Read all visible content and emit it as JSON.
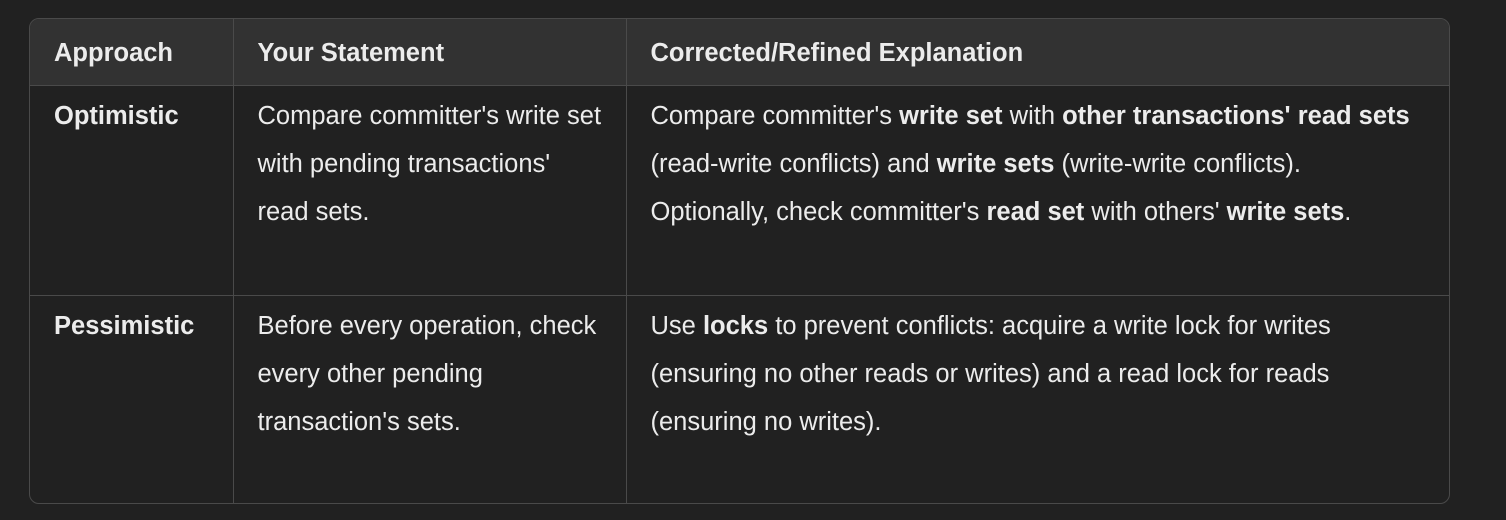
{
  "table": {
    "headers": {
      "approach": "Approach",
      "statement": "Your Statement",
      "explanation": "Corrected/Refined Explanation"
    },
    "rows": [
      {
        "approach": "Optimistic",
        "statement": "Compare committer's write set with pending transactions' read sets.",
        "explanation": {
          "t1": "Compare committer's ",
          "b1": "write set",
          "t2": " with ",
          "b2": "other transactions' read sets",
          "t3": " (read-write conflicts) and ",
          "b3": "write sets",
          "t4": " (write-write conflicts). Optionally, check committer's ",
          "b4": "read set",
          "t5": " with others' ",
          "b5": "write sets",
          "t6": "."
        }
      },
      {
        "approach": "Pessimistic",
        "statement": "Before every operation, check every other pending transaction's sets.",
        "explanation": {
          "t1": "Use ",
          "b1": "locks",
          "t2": " to prevent conflicts: acquire a write lock for writes (ensuring no other reads or writes) and a read lock for reads (ensuring no writes)."
        }
      }
    ]
  }
}
